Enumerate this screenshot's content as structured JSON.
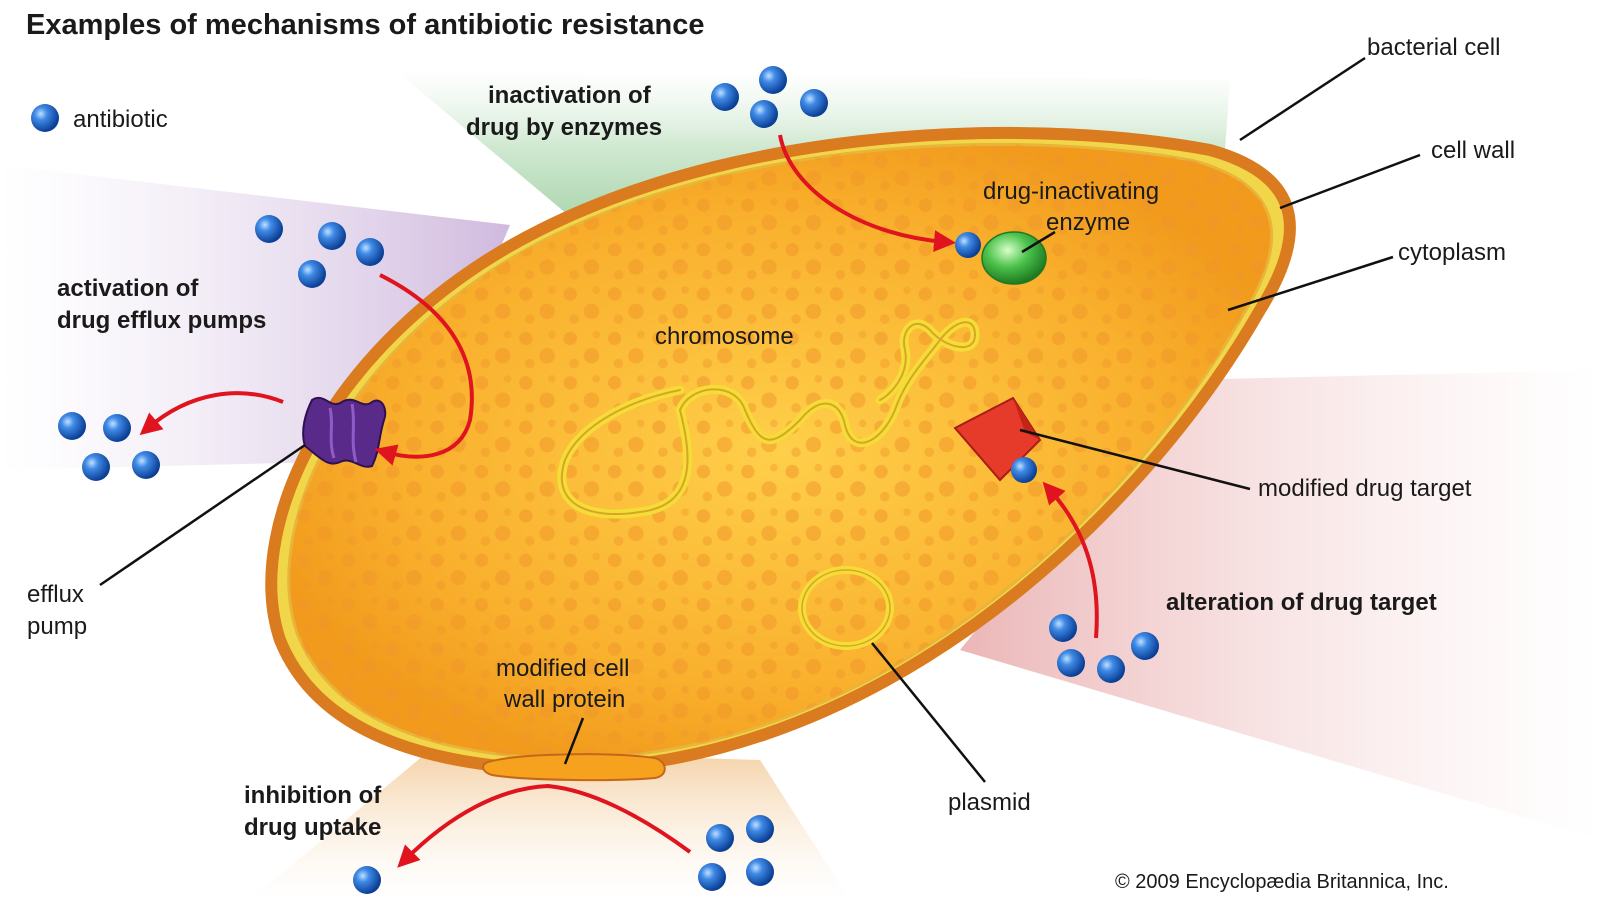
{
  "title": "Examples of mechanisms of antibiotic resistance",
  "legend": {
    "label": "antibiotic"
  },
  "mechanisms": {
    "inactivation": [
      "inactivation of",
      "drug by enzymes"
    ],
    "efflux": [
      "activation of",
      "drug efflux pumps"
    ],
    "uptake": [
      "inhibition of",
      "drug uptake"
    ],
    "alteration": "alteration of drug target"
  },
  "structures": {
    "bacterial_cell": "bacterial cell",
    "cell_wall": "cell wall",
    "cytoplasm": "cytoplasm",
    "enzyme": [
      "drug-inactivating",
      "enzyme"
    ],
    "chromosome": "chromosome",
    "modified_target": "modified drug target",
    "efflux_pump": [
      "efflux",
      "pump"
    ],
    "wall_protein": [
      "modified cell",
      "wall protein"
    ],
    "plasmid": "plasmid"
  },
  "credit": "© 2009 Encyclopædia Britannica, Inc.",
  "colors": {
    "antibiotic": "#1a5fc4",
    "arrow": "#e0141e",
    "cytoplasm": "#f7a823",
    "cell_wall": "#d97b1e",
    "membrane": "#f2d64a",
    "enzyme": "#3db83d",
    "efflux_pump": "#5a2a8a",
    "drug_target": "#e63a2a"
  }
}
